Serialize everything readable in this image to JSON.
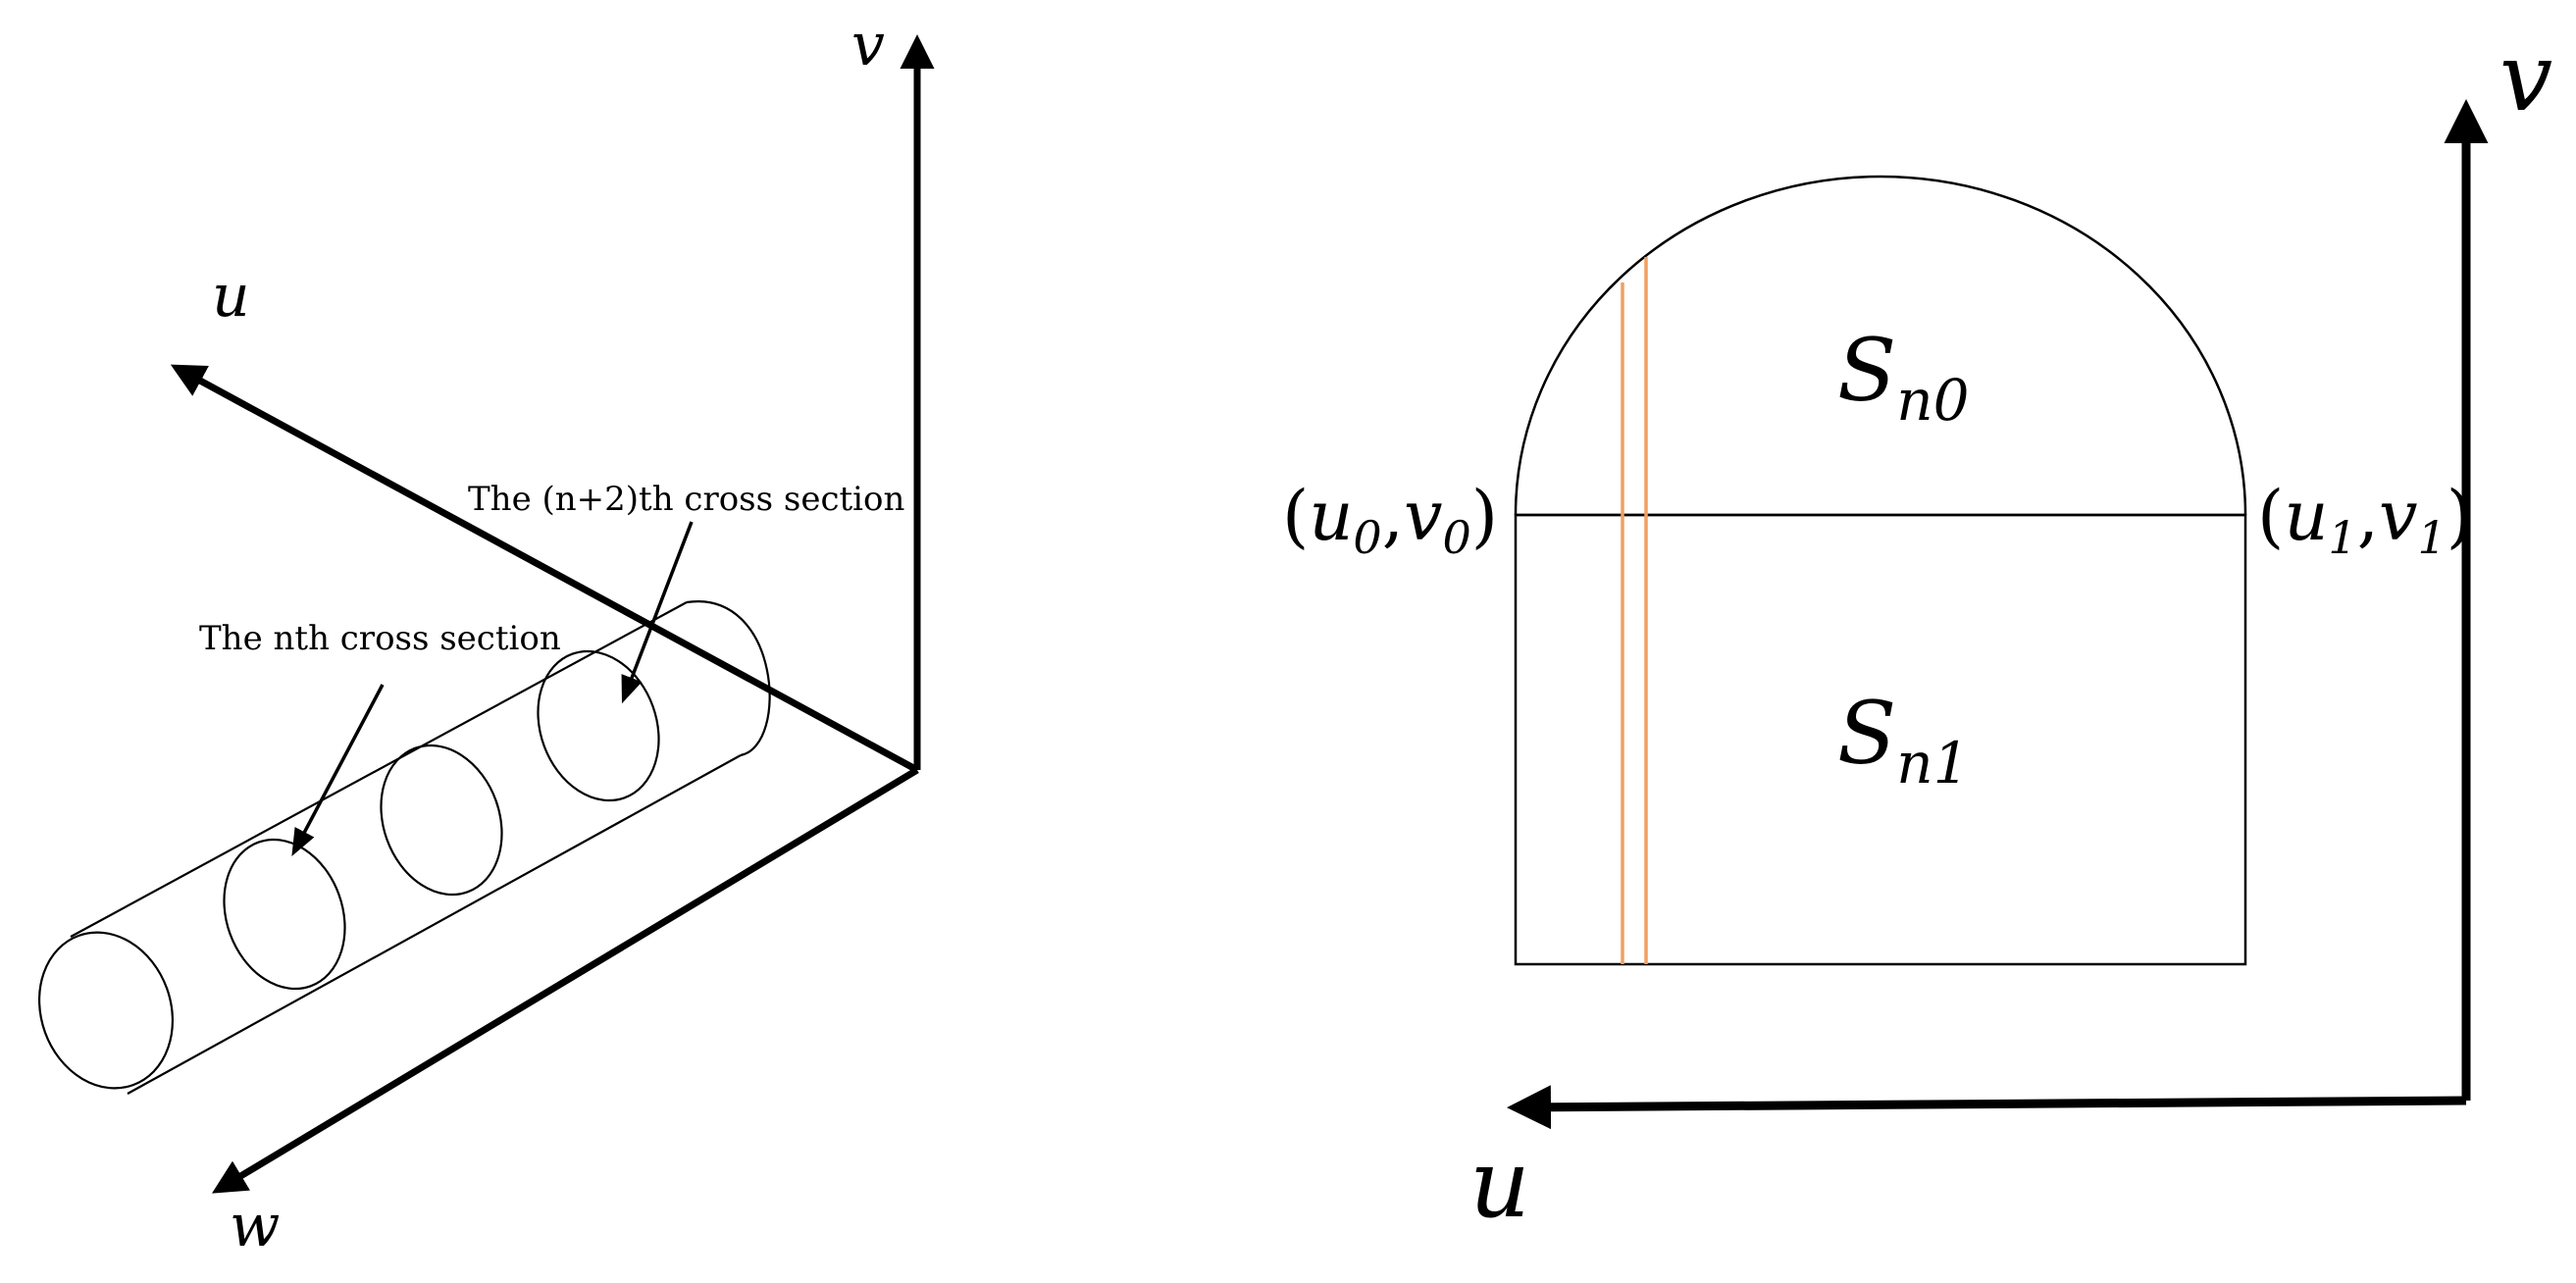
{
  "left_diagram": {
    "axis_labels": {
      "u": "u",
      "v": "v",
      "w": "w"
    },
    "annotations": {
      "nth_section": "The nth cross section",
      "n_plus_2_section": "The (n+2)th cross section"
    }
  },
  "right_diagram": {
    "axis_labels": {
      "u": "u",
      "v": "v"
    },
    "regions": {
      "upper": {
        "base": "S",
        "sub": "n0"
      },
      "lower": {
        "base": "S",
        "sub": "n1"
      }
    },
    "points": {
      "left": {
        "open": "(",
        "a": "u",
        "a_sub": "0",
        "comma": ",",
        "b": "v",
        "b_sub": "0",
        "close": ")"
      },
      "right": {
        "open": "(",
        "a": "u",
        "a_sub": "1",
        "comma": ",",
        "b": "v",
        "b_sub": "1",
        "close": ")"
      }
    },
    "colors": {
      "strip": "#F0A060",
      "ink": "#000000"
    }
  }
}
